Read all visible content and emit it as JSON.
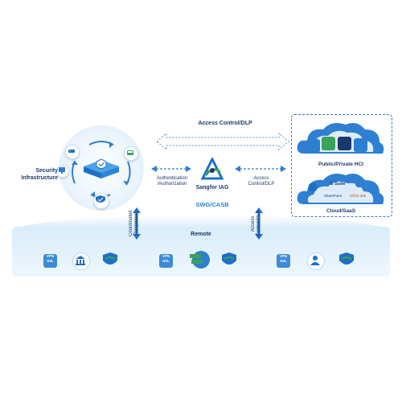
{
  "top_arrow_label": "Access Control/DLP",
  "security_label": "Security\nInfrastructure",
  "auth_label": "Authentication\n/Authorization",
  "iag_label": "Sangfor IAG",
  "swg_label": "SWG/CASB",
  "right_access_label": "Access\nControl/DLP",
  "cloud_top_caption": "Public/Private HCI",
  "cloud_bottom_caption": "Cloud/SaaS",
  "remote_label": "Remote",
  "left_vertical_label": "Coordinated\nResponse",
  "right_vertical_label": "Access\nControl/DLP",
  "vpn_text": "VPN\nSSL",
  "saas_gsuite": "G Suite",
  "saas_office365": "Office 365",
  "saas_sharepoint": "SharePoint",
  "colors": {
    "primary_blue": "#1f6fc7",
    "light_blue": "#d8ecfa",
    "dark_navy": "#1b3a6b",
    "green": "#3aa35a"
  }
}
